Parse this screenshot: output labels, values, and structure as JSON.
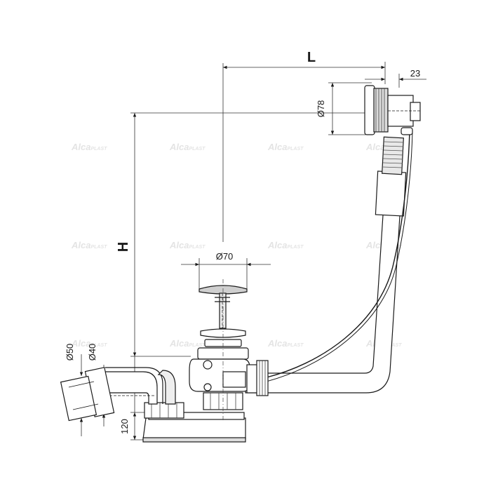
{
  "dimensions": {
    "length": "L",
    "height": "H",
    "overflow_offset": "23",
    "overflow_diameter": "Ø78",
    "waste_diameter": "Ø70",
    "outlet_outer": "Ø50",
    "outlet_inner": "Ø40",
    "trap_height": "120"
  },
  "watermark": {
    "brand": "Alca",
    "suffix": "PLAST"
  },
  "colors": {
    "line": "#1a1a1a",
    "dim_line": "#333333",
    "shade": "#d9d9d9",
    "dark_shade": "#8a8a8a",
    "watermark": "#e4e4e4"
  }
}
